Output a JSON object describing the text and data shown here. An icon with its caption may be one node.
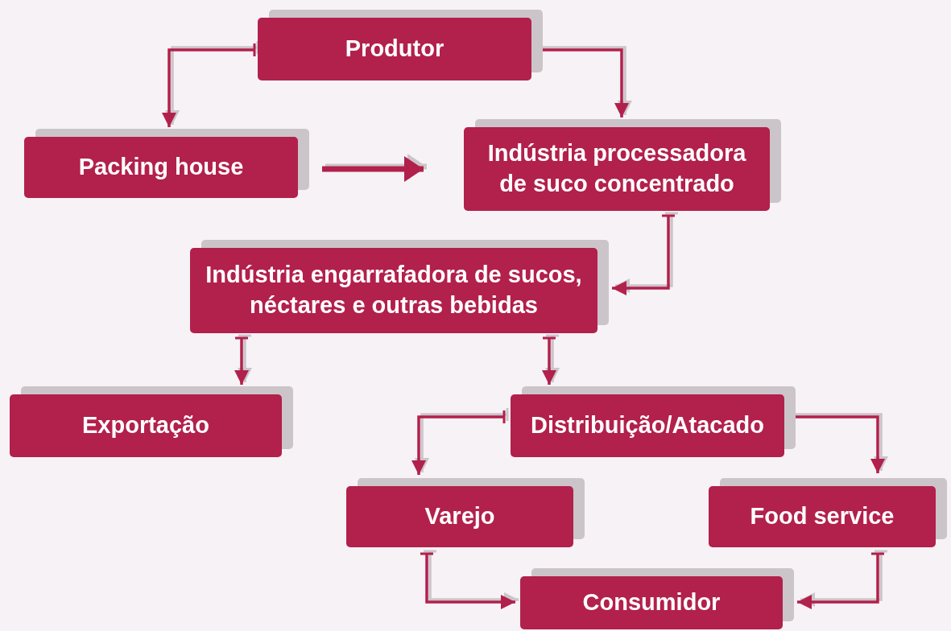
{
  "diagram": {
    "nodes": [
      {
        "text": [
          "Produtor"
        ]
      },
      {
        "text": [
          "Packing house"
        ]
      },
      {
        "text": [
          "Indústria processadora de suco concentrado"
        ]
      },
      {
        "text": [
          "Indústria engarrafadora de sucos, néctares e outras bebidas"
        ]
      },
      {
        "text": [
          "Exportação"
        ]
      },
      {
        "text": [
          "Distribuição/Atacado"
        ]
      },
      {
        "text": [
          "Varejo"
        ]
      },
      {
        "text": [
          "Food service"
        ]
      },
      {
        "text": [
          "Consumidor"
        ]
      }
    ],
    "edges": [
      {
        "from": 0,
        "to": 1,
        "arrow": "to"
      },
      {
        "from": 0,
        "to": 2,
        "arrow": "to"
      },
      {
        "from": 1,
        "to": 2,
        "arrow": "to",
        "style": "thick"
      },
      {
        "from": 2,
        "to": 3,
        "arrow": "to"
      },
      {
        "from": 3,
        "to": 4,
        "arrow": "to"
      },
      {
        "from": 3,
        "to": 5,
        "arrow": "to"
      },
      {
        "from": 5,
        "to": 6,
        "arrow": "to"
      },
      {
        "from": 5,
        "to": 7,
        "arrow": "to"
      },
      {
        "from": 6,
        "to": 8,
        "arrow": "to"
      },
      {
        "from": 7,
        "to": 8,
        "arrow": "to"
      }
    ]
  }
}
